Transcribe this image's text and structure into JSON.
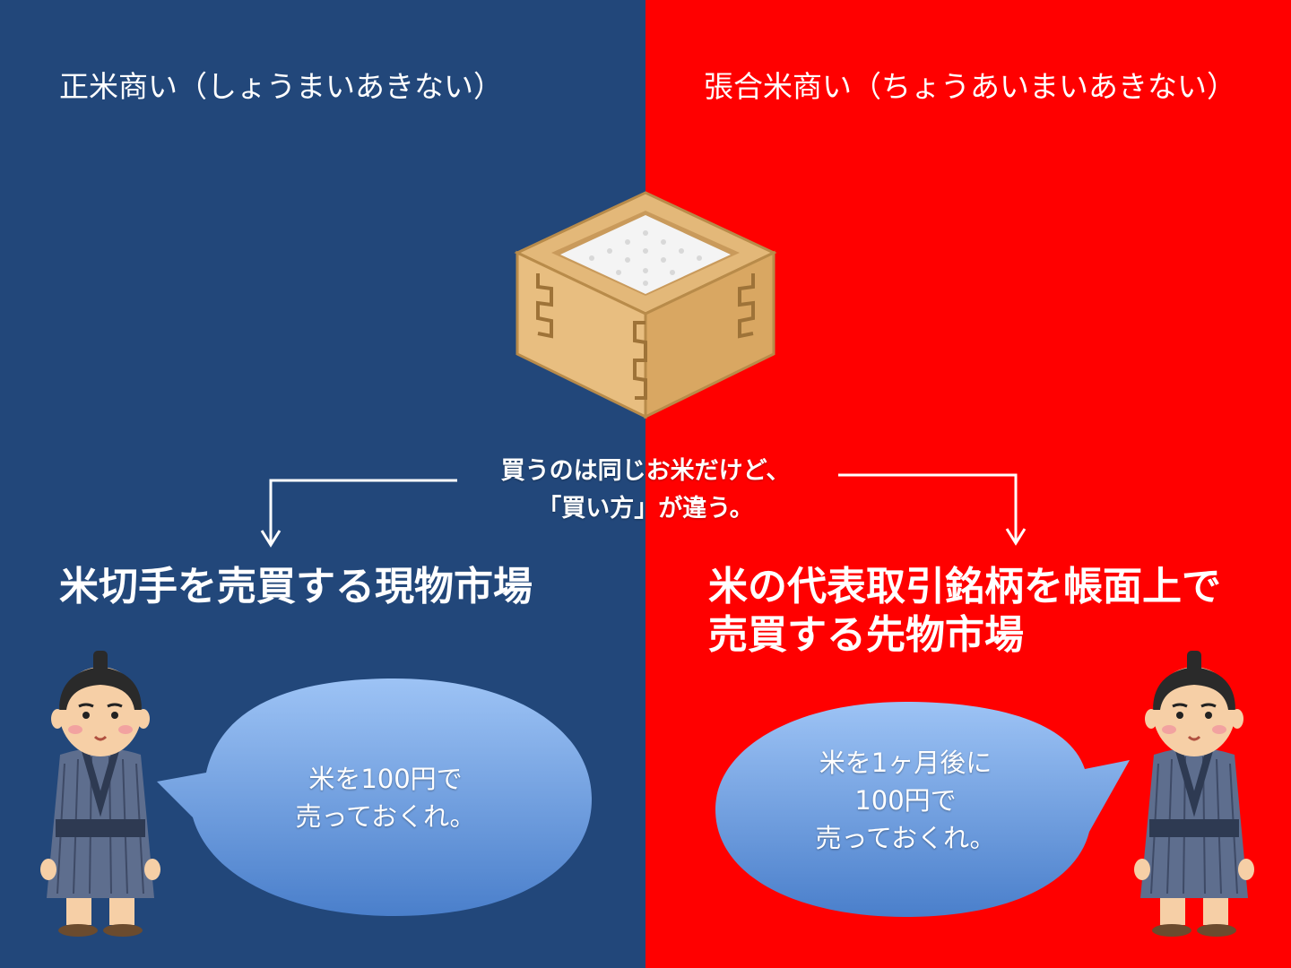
{
  "colors": {
    "left_bg": "#22477A",
    "right_bg": "#FF0000",
    "bubble_top": "#9DC3F5",
    "bubble_bottom": "#4A7FCB"
  },
  "left": {
    "heading": "正米商い（しょうまいあきない）",
    "market": "米切手を売買する現物市場",
    "speech": [
      "米を100円で",
      "売っておくれ。"
    ]
  },
  "right": {
    "heading": "張合米商い（ちょうあいまいあきない）",
    "market": [
      "米の代表取引銘柄を帳面上で",
      "売買する先物市場"
    ],
    "speech": [
      "米を1ヶ月後に",
      "100円で",
      "売っておくれ。"
    ]
  },
  "center": {
    "note": [
      "買うのは同じお米だけど、",
      "「買い方」が違う。"
    ],
    "icon": "rice-masu-icon"
  }
}
